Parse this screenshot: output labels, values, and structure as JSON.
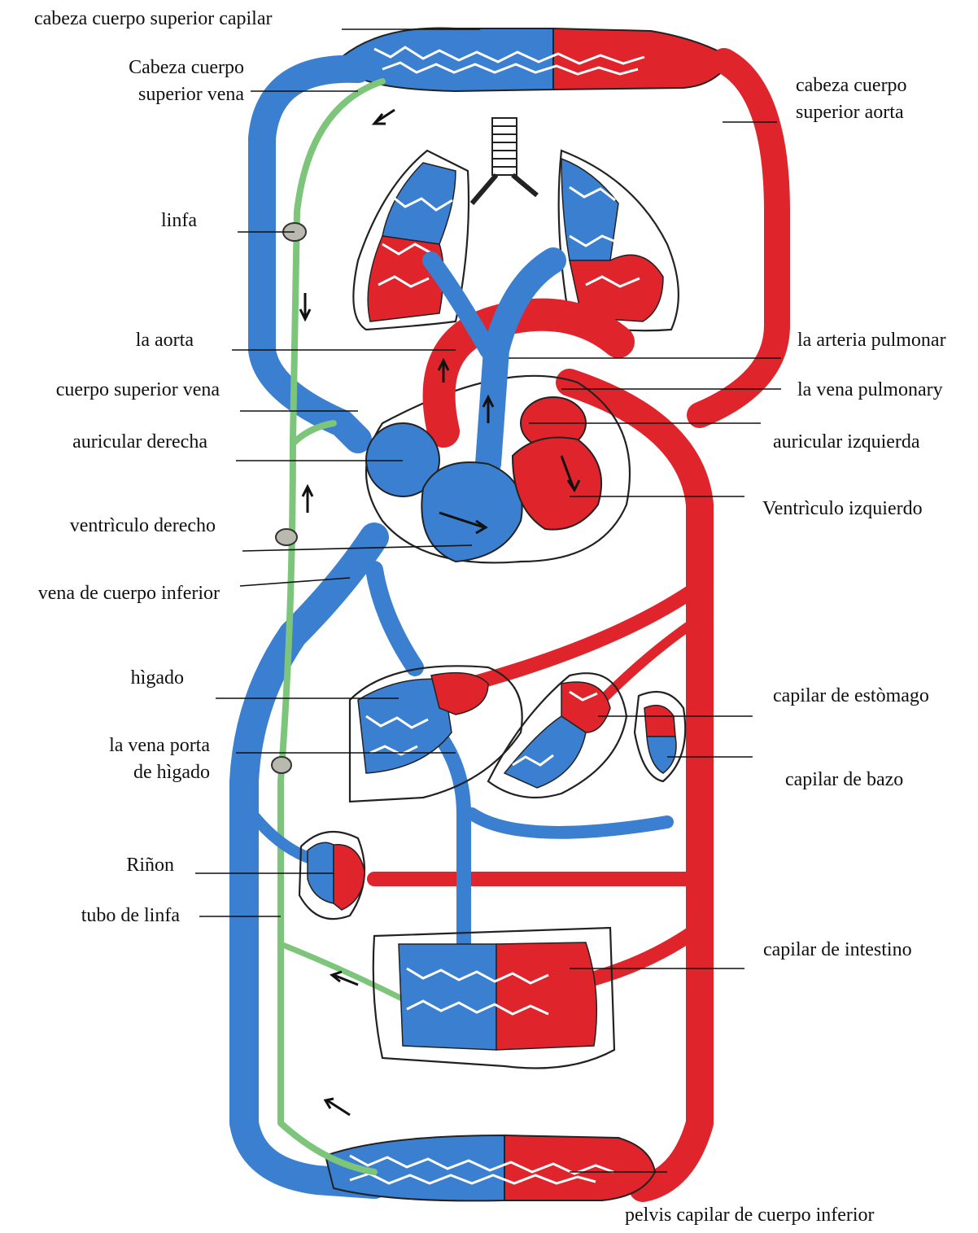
{
  "labels": {
    "head_capillary": "cabeza cuerpo superior capilar",
    "head_vein_1": "Cabeza cuerpo",
    "head_vein_2": "superior vena",
    "head_aorta_1": "cabeza cuerpo",
    "head_aorta_2": "superior aorta",
    "lymph": "linfa",
    "aorta": "la aorta",
    "pulmonary_artery": "la arteria pulmonar",
    "upper_vena_cava": "cuerpo superior vena",
    "pulmonary_vein": "la vena pulmonary",
    "right_atrium": "auricular derecha",
    "left_atrium": "auricular izquierda",
    "right_ventricle": "ventrìculo derecho",
    "left_ventricle": "Ventrìculo izquierdo",
    "lower_vena_cava": "vena de cuerpo inferior",
    "liver": "hìgado",
    "stomach_capillary": "capilar de estòmago",
    "portal_vein_1": "la vena porta",
    "portal_vein_2": "de hìgado",
    "spleen_capillary": "capilar de bazo",
    "kidney": "Riñon",
    "lymph_duct": "tubo de linfa",
    "intestine_capillary": "capilar de intestino",
    "pelvis_capillary": "pelvis capilar de cuerpo inferior"
  },
  "colors": {
    "venous_blue": "#3a7fd0",
    "arterial_red": "#e0242c",
    "lymph_green": "#7cc57a",
    "outline": "#222222"
  }
}
